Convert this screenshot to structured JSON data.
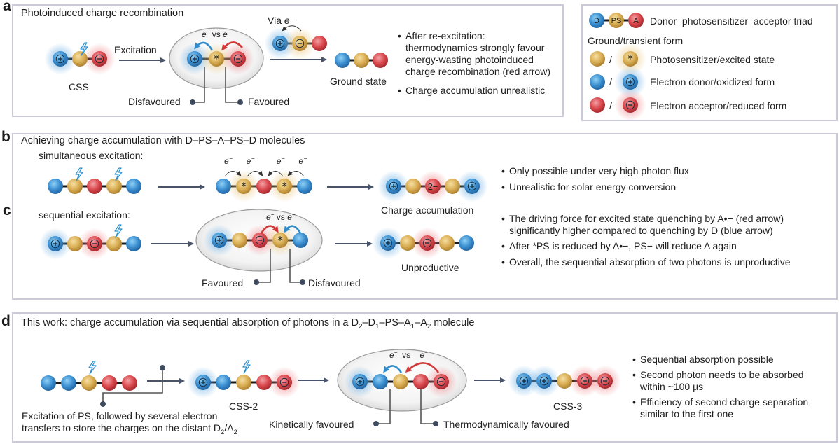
{
  "colors": {
    "donor": "#2f86c9",
    "photosensitizer": "#d7aa4c",
    "acceptor": "#d9474c",
    "quench_favoured": "#d23a3a",
    "quench_disfavoured": "#2f8ccd",
    "flash": "#2a90cf",
    "panel_border": "#c9c9d7",
    "arrow": "#49546a"
  },
  "icons": [
    "lightning-bolt-icon",
    "star-excited-icon",
    "plus-icon",
    "minus-icon"
  ],
  "panel_a": {
    "letter": "a",
    "title": "Photoinduced charge recombination",
    "css_label": "CSS",
    "excitation_label": "Excitation",
    "evs": "vs",
    "via_label": "Via",
    "ground_state_label": "Ground state",
    "disfavoured_label": "Disfavoured",
    "favoured_label": "Favoured",
    "bullets": [
      [
        "After re-excitation:",
        "thermodynamics strongly favour",
        "energy-wasting photoinduced",
        "charge recombination (red arrow)"
      ],
      [
        "Charge accumulation unrealistic"
      ]
    ]
  },
  "legend": {
    "triad_d": "D",
    "triad_ps": "PS",
    "triad_a": "A",
    "triad_label": "Donor–photosensitizer–acceptor triad",
    "subtitle": "Ground/transient form",
    "slash": "/",
    "rows": [
      "Photosensitizer/excited state",
      "Electron donor/oxidized form",
      "Electron acceptor/reduced form"
    ]
  },
  "panel_b": {
    "letter": "b",
    "title": "Achieving charge accumulation with D–PS–A–PS–D molecules",
    "sim_label": "simultaneous excitation:",
    "charge_label": "Charge accumulation",
    "two_minus": "2−",
    "bullets": [
      [
        "Only possible under very high photon flux"
      ],
      [
        "Unrealistic for solar energy conversion"
      ]
    ]
  },
  "panel_c": {
    "letter": "c",
    "seq_label": "sequential excitation:",
    "unproductive_label": "Unproductive",
    "favoured_label": "Favoured",
    "disfavoured_label": "Disfavoured",
    "bullets": [
      [
        "The driving force for excited state quenching by A•− (red arrow)",
        "significantly higher compared to quenching by D (blue arrow)"
      ],
      [
        "After *PS is reduced by A•−, PS− will reduce A again"
      ],
      [
        "Overall, the sequential absorption of two photons is unproductive"
      ]
    ]
  },
  "panel_d": {
    "letter": "d",
    "title_main": "This work: charge accumulation via sequential absorption of photons in a D",
    "css2_label": "CSS-2",
    "css3_label": "CSS-3",
    "desc_line1": "Excitation of PS, followed by several electron",
    "desc_line2": "transfers to store the charges on the distant D",
    "kinetic_label": "Kinetically favoured",
    "thermo_label": "Thermodynamically favoured",
    "bullets": [
      [
        "Sequential absorption possible"
      ],
      [
        "Second photon needs to be absorbed",
        "within ~100 µs"
      ],
      [
        "Efficiency of second charge separation",
        "similar to the first one"
      ]
    ]
  }
}
